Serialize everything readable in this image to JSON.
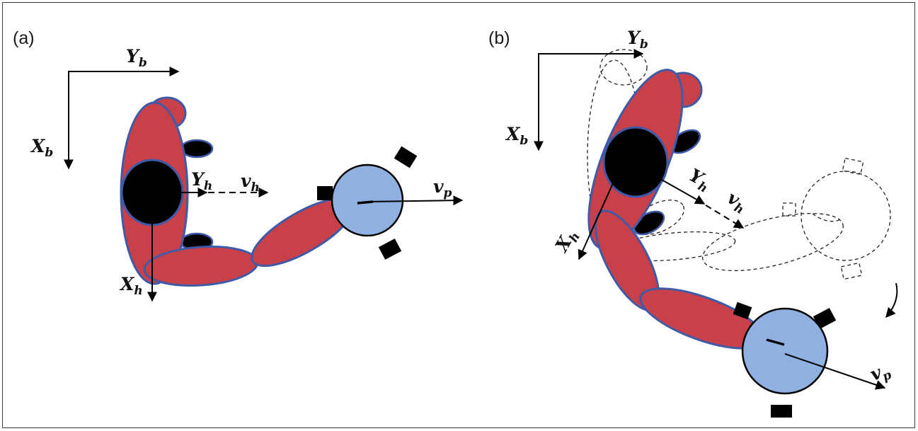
{
  "colors": {
    "body_red": "#c8404a",
    "outline_blue": "#3f5aa6",
    "robot_blue": "#8fb0e0",
    "head_black": "#000000"
  },
  "panel_a": {
    "label": "(a)",
    "frame_b": {
      "x_main": "X",
      "x_sub": "b",
      "y_main": "Y",
      "y_sub": "b"
    },
    "frame_h": {
      "x_main": "X",
      "x_sub": "h",
      "y_main": "Y",
      "y_sub": "h"
    },
    "velocity_human": {
      "main": "v",
      "sub": "h"
    },
    "velocity_robot": {
      "main": "v",
      "sub": "p"
    }
  },
  "panel_b": {
    "label": "(b)",
    "frame_b": {
      "x_main": "X",
      "x_sub": "b",
      "y_main": "Y",
      "y_sub": "b"
    },
    "frame_h": {
      "x_main": "X",
      "x_sub": "h",
      "y_main": "Y",
      "y_sub": "h"
    },
    "velocity_human": {
      "main": "v",
      "sub": "h"
    },
    "velocity_robot": {
      "main": "v",
      "sub": "p"
    }
  }
}
